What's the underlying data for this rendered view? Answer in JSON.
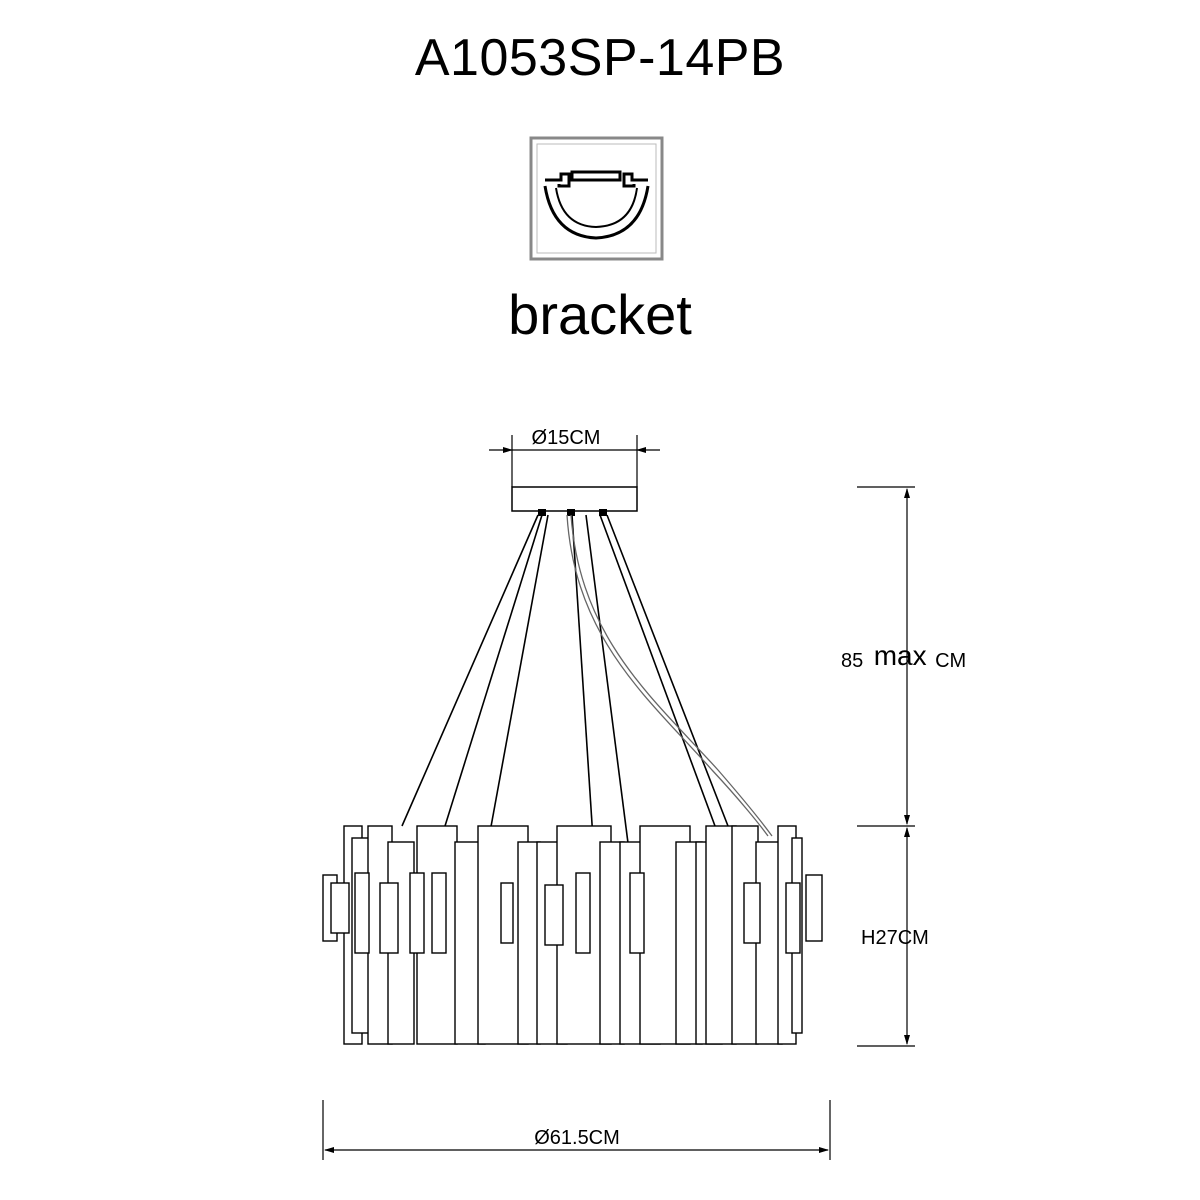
{
  "model_code": "A1053SP-14PB",
  "bracket": {
    "label": "bracket",
    "icon": "bracket-profile-icon"
  },
  "dimensions": {
    "canopy_diameter": "Ø15CM",
    "drop_value": "85",
    "drop_max": "max",
    "drop_unit": "CM",
    "body_height": "H27CM",
    "body_diameter": "Ø61.5CM"
  }
}
